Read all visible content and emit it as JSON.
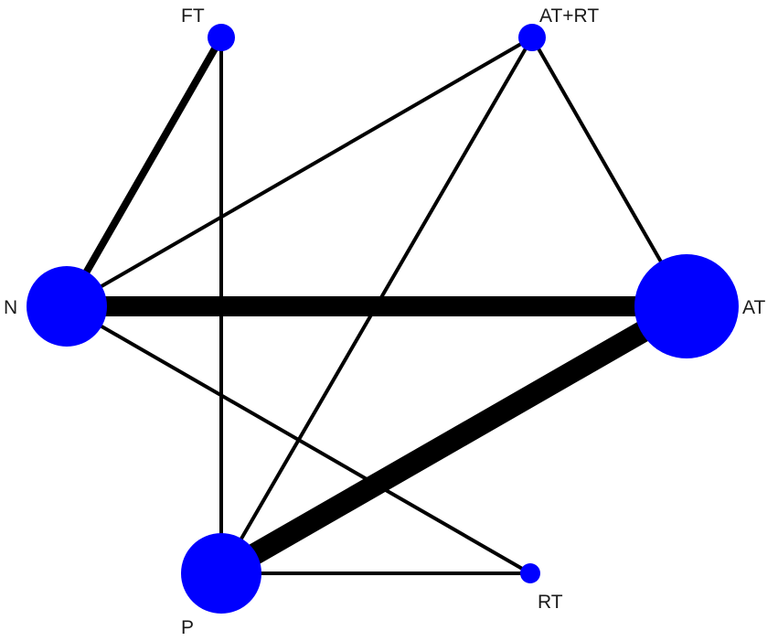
{
  "diagram": {
    "type": "network-meta-analysis",
    "node_color": "#0000ff",
    "edge_color": "#000000",
    "background": "#ffffff",
    "nodes": [
      {
        "id": "FT",
        "label": "FT"
      },
      {
        "id": "AT+RT",
        "label": "AT+RT"
      },
      {
        "id": "N",
        "label": "N"
      },
      {
        "id": "AT",
        "label": "AT"
      },
      {
        "id": "P",
        "label": "P"
      },
      {
        "id": "RT",
        "label": "RT"
      }
    ],
    "edges": [
      {
        "from": "FT",
        "to": "N"
      },
      {
        "from": "FT",
        "to": "P"
      },
      {
        "from": "AT+RT",
        "to": "N"
      },
      {
        "from": "AT+RT",
        "to": "P"
      },
      {
        "from": "AT+RT",
        "to": "AT"
      },
      {
        "from": "N",
        "to": "AT"
      },
      {
        "from": "N",
        "to": "RT"
      },
      {
        "from": "P",
        "to": "AT"
      },
      {
        "from": "P",
        "to": "RT"
      }
    ]
  }
}
